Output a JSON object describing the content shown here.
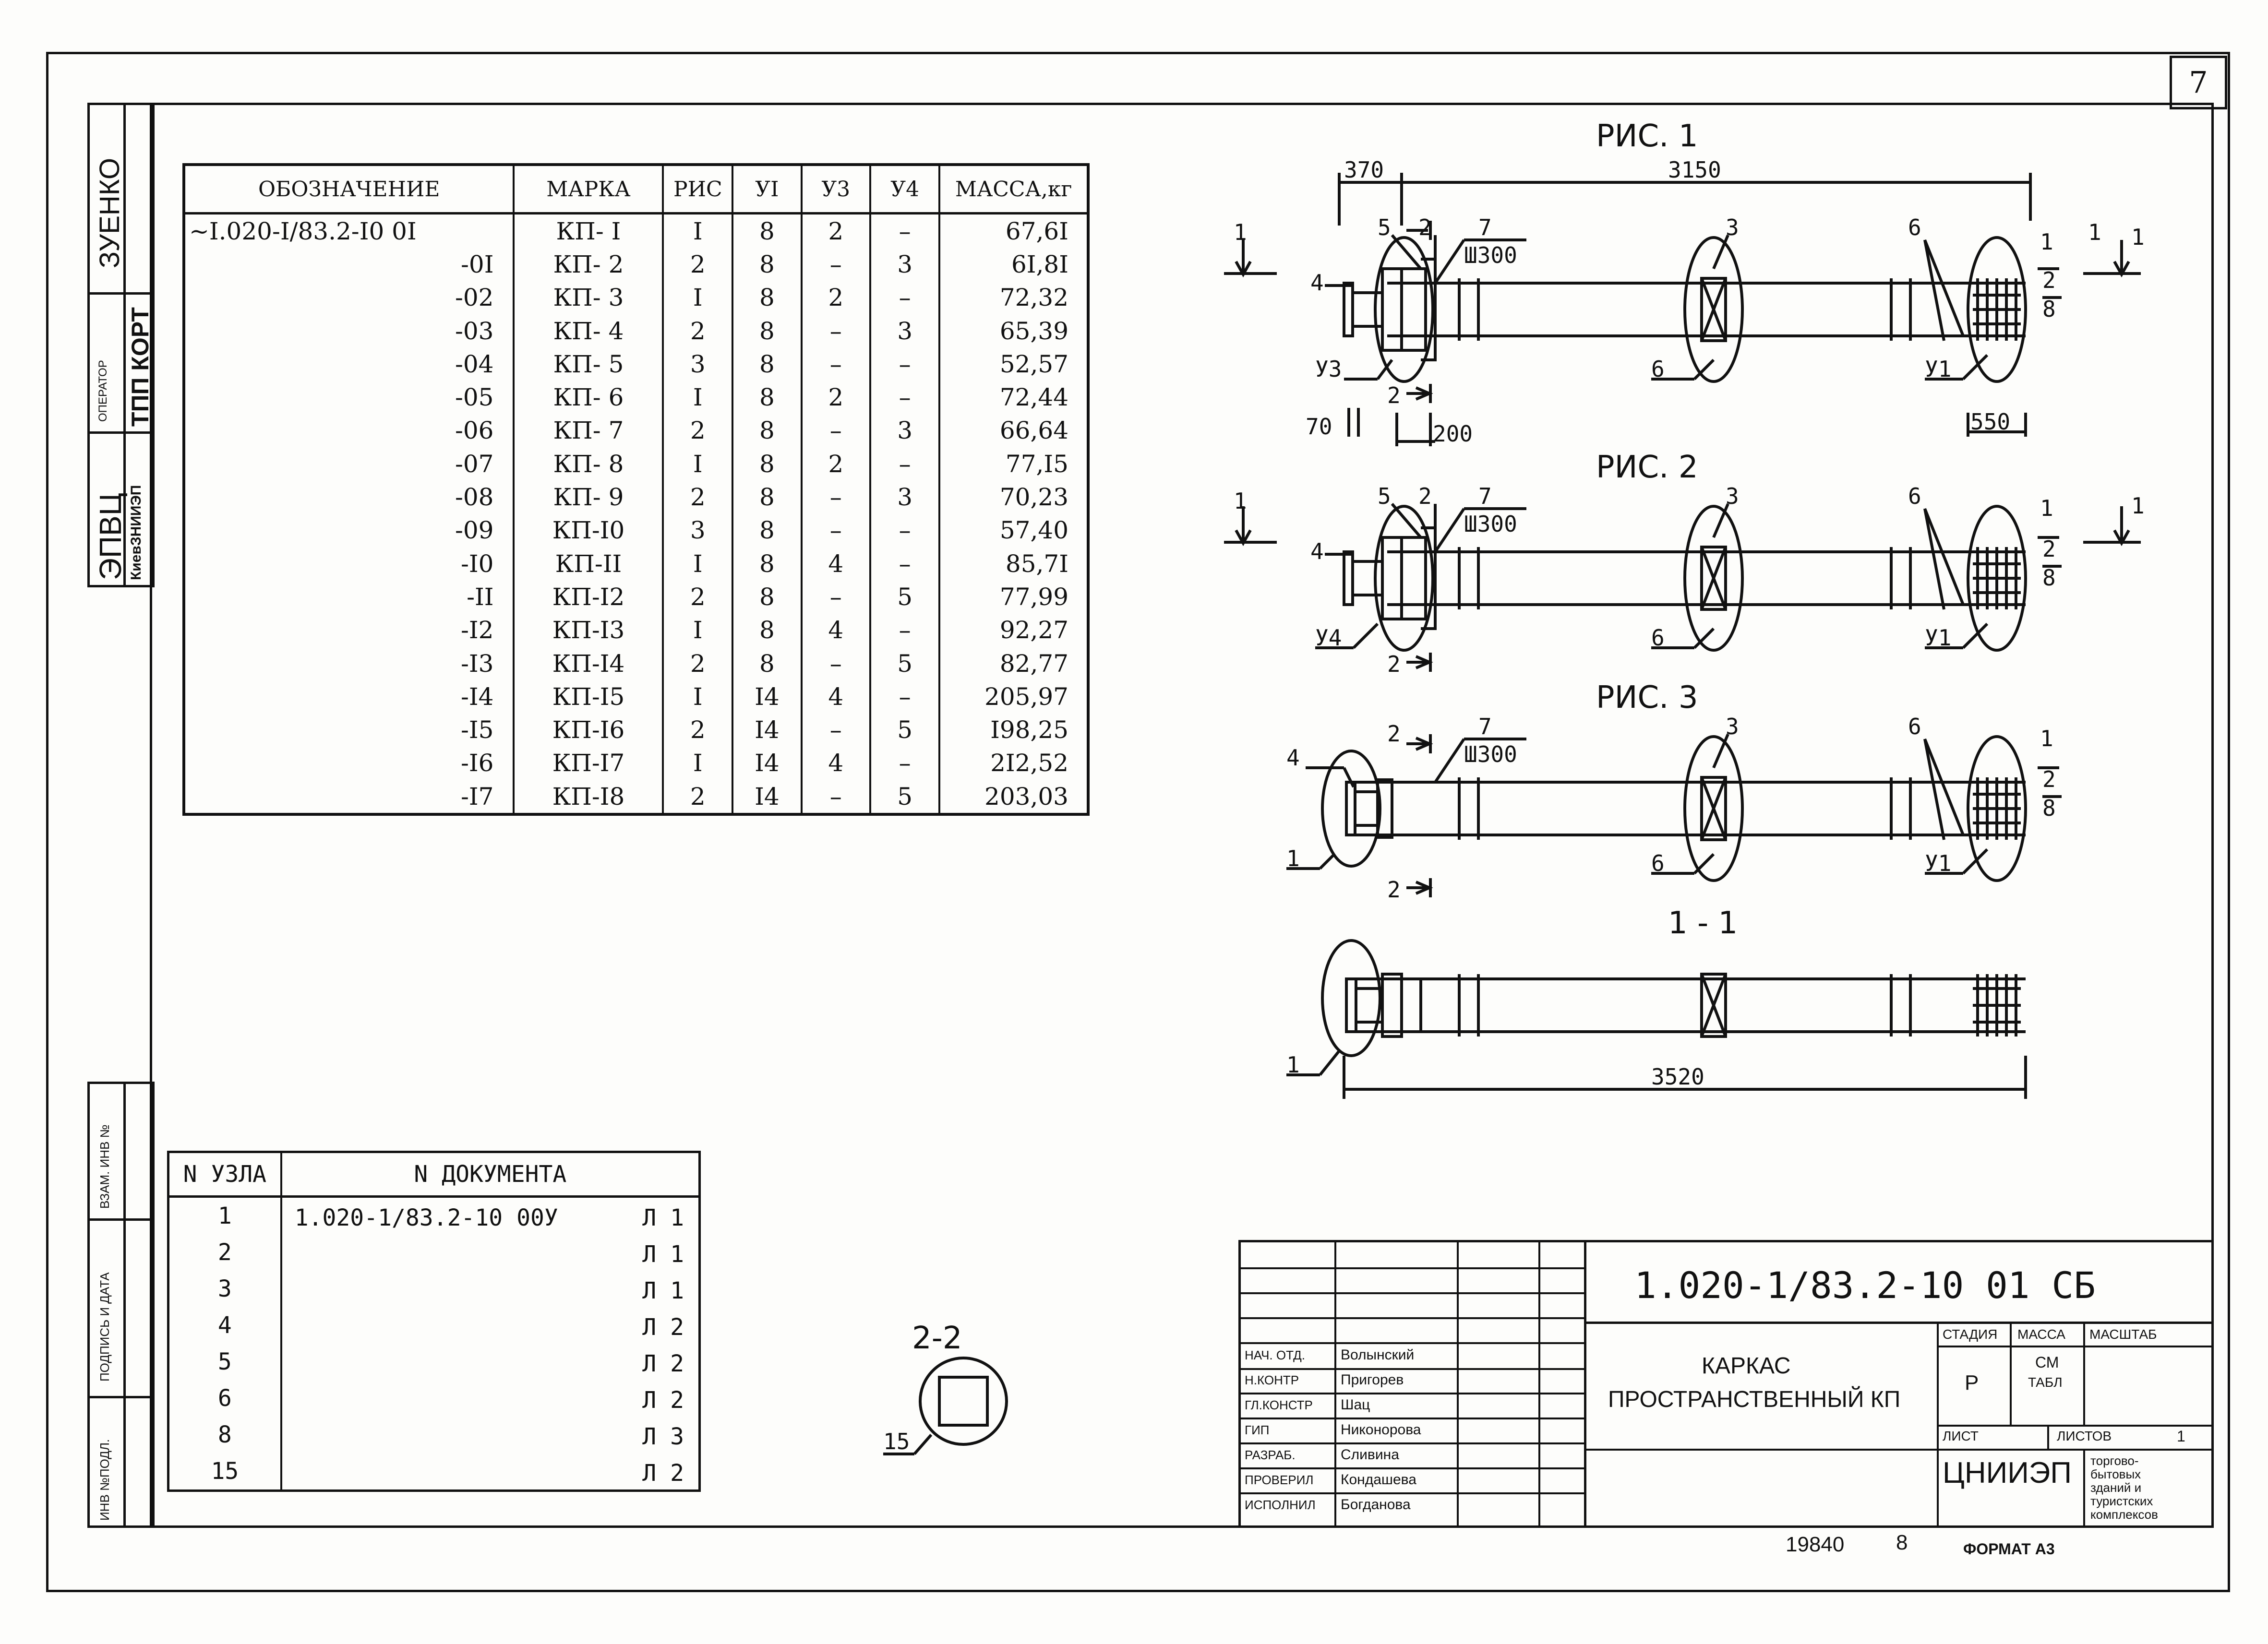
{
  "sheet_number": "7",
  "stamps": {
    "top_signature": "ЗУЕНКО",
    "operator_label": "ОПЕРАТОР",
    "operator_value": "ТПП КОРТ",
    "epvts": "ЭПВЦ",
    "org": "КиевЗНИИЭП",
    "vzam_label": "ВЗАМ. ИНВ №",
    "date_label": "ПОДПИСЬ И ДАТА",
    "inv_label": "ИНВ №ПОДЛ."
  },
  "spec_table": {
    "headers": [
      "ОБОЗНАЧЕНИЕ",
      "МАРКА",
      "РИС",
      "УI",
      "У3",
      "У4",
      "МАССА,кг"
    ],
    "rows": [
      [
        "~I.020-I/83.2-I0 0I",
        "КП- I",
        "I",
        "8",
        "2",
        "–",
        "67,6I"
      ],
      [
        "-0I",
        "КП- 2",
        "2",
        "8",
        "–",
        "3",
        "6I,8I"
      ],
      [
        "-02",
        "КП- 3",
        "I",
        "8",
        "2",
        "–",
        "72,32"
      ],
      [
        "-03",
        "КП- 4",
        "2",
        "8",
        "–",
        "3",
        "65,39"
      ],
      [
        "-04",
        "КП- 5",
        "3",
        "8",
        "–",
        "–",
        "52,57"
      ],
      [
        "-05",
        "КП- 6",
        "I",
        "8",
        "2",
        "–",
        "72,44"
      ],
      [
        "-06",
        "КП- 7",
        "2",
        "8",
        "–",
        "3",
        "66,64"
      ],
      [
        "-07",
        "КП- 8",
        "I",
        "8",
        "2",
        "–",
        "77,I5"
      ],
      [
        "-08",
        "КП- 9",
        "2",
        "8",
        "–",
        "3",
        "70,23"
      ],
      [
        "-09",
        "КП-I0",
        "3",
        "8",
        "–",
        "–",
        "57,40"
      ],
      [
        "-I0",
        "КП-II",
        "I",
        "8",
        "4",
        "–",
        "85,7I"
      ],
      [
        "-II",
        "КП-I2",
        "2",
        "8",
        "–",
        "5",
        "77,99"
      ],
      [
        "-I2",
        "КП-I3",
        "I",
        "8",
        "4",
        "–",
        "92,27"
      ],
      [
        "-I3",
        "КП-I4",
        "2",
        "8",
        "–",
        "5",
        "82,77"
      ],
      [
        "-I4",
        "КП-I5",
        "I",
        "I4",
        "4",
        "–",
        "205,97"
      ],
      [
        "-I5",
        "КП-I6",
        "2",
        "I4",
        "–",
        "5",
        "I98,25"
      ],
      [
        "-I6",
        "КП-I7",
        "I",
        "I4",
        "4",
        "–",
        "2I2,52"
      ],
      [
        "-I7",
        "КП-I8",
        "2",
        "I4",
        "–",
        "5",
        "203,03"
      ]
    ]
  },
  "nodes_table": {
    "headers": [
      "N УЗЛА",
      "N ДОКУМЕНТА"
    ],
    "rows": [
      [
        "1",
        "1.020-1/83.2-10 00У",
        "Л 1"
      ],
      [
        "2",
        "",
        "Л 1"
      ],
      [
        "3",
        "",
        "Л 1"
      ],
      [
        "4",
        "",
        "Л 2"
      ],
      [
        "5",
        "",
        "Л 2"
      ],
      [
        "6",
        "",
        "Л 2"
      ],
      [
        "8",
        "",
        "Л 3"
      ],
      [
        "15",
        "",
        "Л 2"
      ]
    ]
  },
  "drawings": {
    "fig1_title": "РИС. 1",
    "fig2_title": "РИС. 2",
    "fig3_title": "РИС. 3",
    "section11_title": "1 - 1",
    "section22_title": "2-2",
    "dim_370": "370",
    "dim_3150": "3150",
    "dim_70": "70",
    "dim_200": "200",
    "dim_550": "550",
    "dim_3520": "3520",
    "ш300": "Ш300",
    "lbl_1": "1",
    "lbl_2": "2",
    "lbl_3": "3",
    "lbl_4": "4",
    "lbl_5": "5",
    "lbl_6": "6",
    "lbl_7": "7",
    "lbl_8": "8",
    "lbl_15": "15",
    "u1": "У1",
    "u3": "У3",
    "u4": "У4"
  },
  "title_block": {
    "doc_code": "1.020-1/83.2-10 01 СБ",
    "title_line1": "КАРКАС",
    "title_line2": "ПРОСТРАНСТВЕННЫЙ КП",
    "stage_label": "СТАДИЯ",
    "mass_label": "МАССА",
    "scale_label": "МАСШТАБ",
    "stage_value": "Р",
    "mass_value_1": "СМ",
    "mass_value_2": "ТАБЛ",
    "sheet_label": "ЛИСТ",
    "sheets_label": "ЛИСТОВ",
    "sheets_value": "1",
    "org": "ЦНИИЭП",
    "org_desc": [
      "торгово-",
      "бытовых",
      "зданий и",
      "туристских",
      "комплексов"
    ],
    "roles": [
      {
        "role": "НАЧ. ОТД.",
        "name": "Волынский"
      },
      {
        "role": "Н.КОНТР",
        "name": "Пригорев"
      },
      {
        "role": "ГЛ.КОНСТР",
        "name": "Шац"
      },
      {
        "role": "ГИП",
        "name": "Никонорова"
      },
      {
        "role": "РАЗРАБ.",
        "name": "Сливина"
      },
      {
        "role": "ПРОВЕРИЛ",
        "name": "Кондашева"
      },
      {
        "role": "ИСПОЛНИЛ",
        "name": "Богданова"
      }
    ],
    "copy_no": "19840",
    "copy_sub": "8",
    "format": "ФОРМАТ А3"
  }
}
